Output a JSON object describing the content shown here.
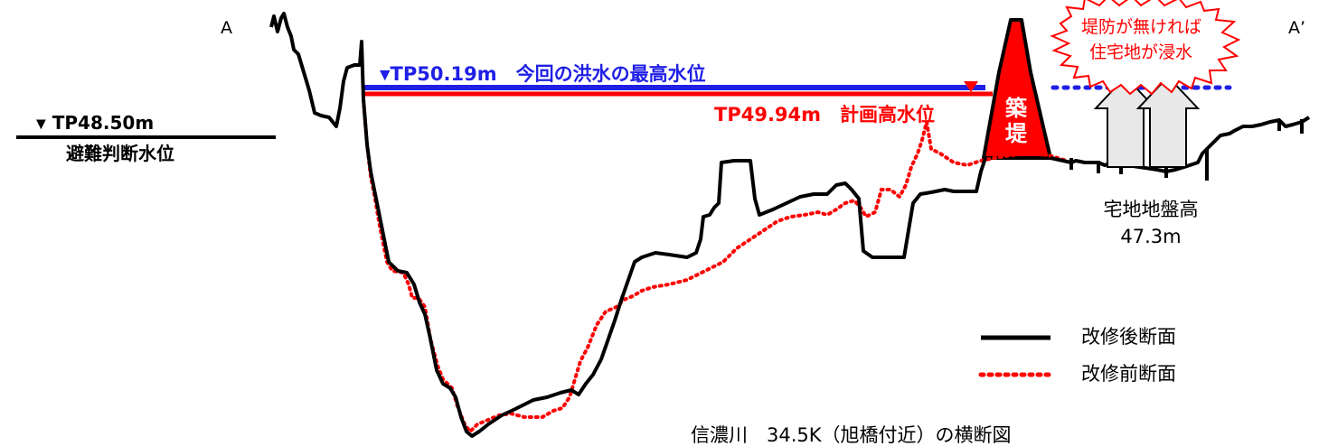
{
  "diagram": {
    "endpoint_left": "A",
    "endpoint_right": "A’",
    "flood_level": {
      "marker": "▼",
      "label": "TP50.19m　今回の洪水の最高水位",
      "color": "#1f1fe6"
    },
    "plan_level": {
      "label": "TP49.94m　計画高水位",
      "color": "#ff0000"
    },
    "evacuation_level": {
      "marker": "▼",
      "label": "TP48.50m",
      "sub_label": "避難判断水位"
    },
    "levee": {
      "label_line1": "築",
      "label_line2": "堤",
      "color": "#ff0000"
    },
    "warning_burst": {
      "line1": "堤防が無ければ",
      "line2": "住宅地が浸水"
    },
    "ground_height": {
      "line1": "宅地地盤高",
      "line2": "47.3m"
    },
    "legend": {
      "after": {
        "label": "改修後断面",
        "color": "#000000",
        "style": "solid"
      },
      "before": {
        "label": "改修前断面",
        "color": "#ff0000",
        "style": "dotted"
      }
    },
    "caption": "信濃川　34.5K（旭橋付近）の横断図"
  }
}
